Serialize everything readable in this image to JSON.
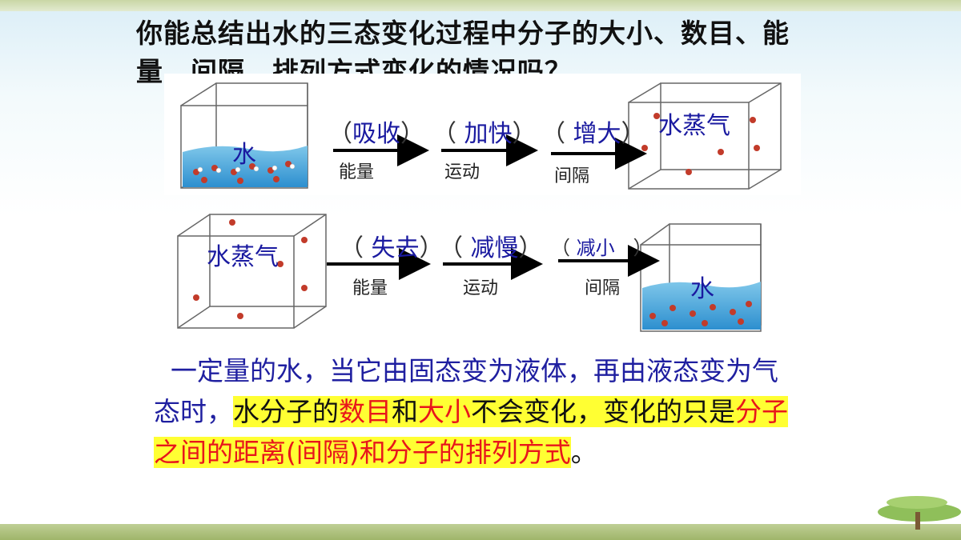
{
  "title": "你能总结出水的三态变化过程中分子的大小、数目、能量、间隔、排列方式变化的情况吗？",
  "row1": {
    "box_left_label": "水",
    "box_right_label": "水蒸气",
    "arrows": [
      {
        "answer": "吸收",
        "sub": "能量"
      },
      {
        "answer": "加快",
        "sub": "运动"
      },
      {
        "answer": "增大",
        "sub": "间隔"
      }
    ]
  },
  "row2": {
    "box_left_label": "水蒸气",
    "box_right_label": "水",
    "arrows": [
      {
        "answer": "失去",
        "sub": "能量"
      },
      {
        "answer": "减慢",
        "sub": "运动"
      },
      {
        "answer": "减小",
        "sub": "间隔"
      }
    ]
  },
  "paragraph": {
    "p1": "一定量的水，当它由固态变为液体，再由液态变为气态时，",
    "p2": "水分子的",
    "p3": "数目",
    "p4": "和",
    "p5": "大小",
    "p6": "不会变化，变化的只是",
    "p7": "分子之间的距离",
    "p8": "(间隔)",
    "p9": "和分子的排列方式",
    "p10": "。"
  },
  "colors": {
    "accent": "#1f1fa0",
    "highlight": "#ffff33",
    "red": "#e8161b"
  }
}
